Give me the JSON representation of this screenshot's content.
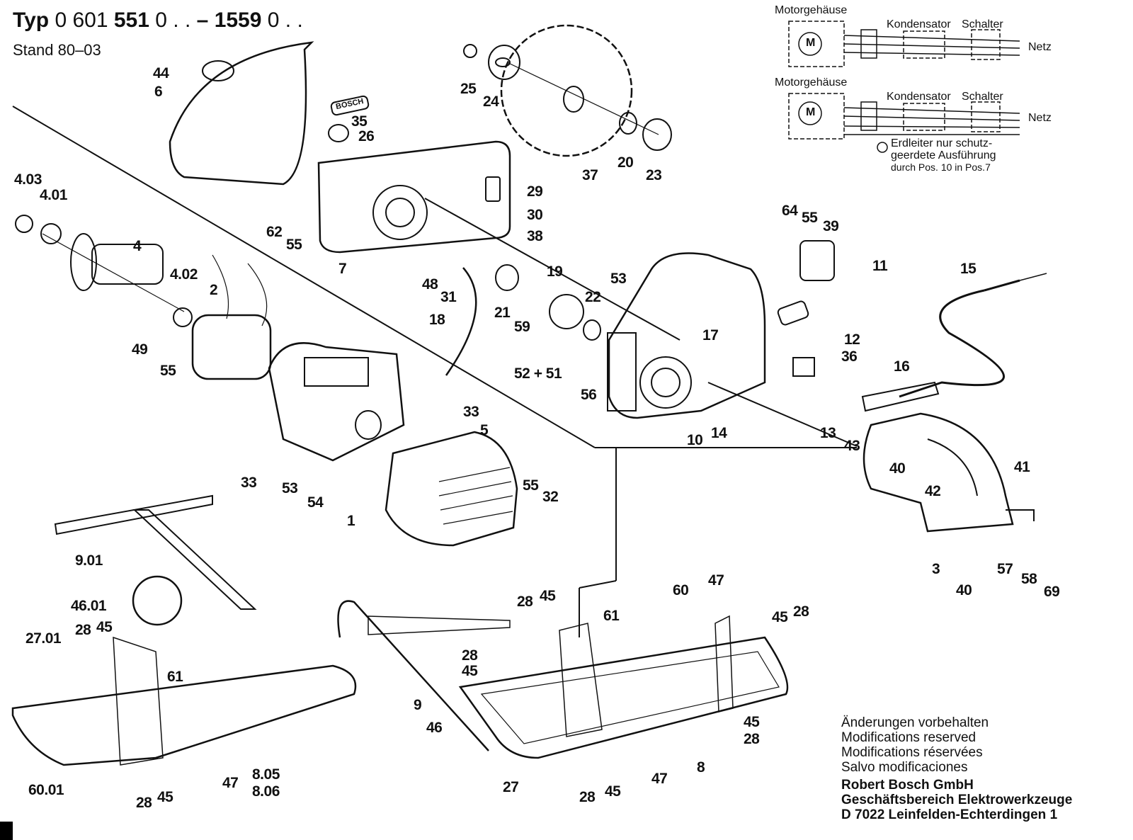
{
  "header": {
    "typ_word": "Typ",
    "typ_a": "0 601",
    "typ_b": "551",
    "typ_c": "0 . .",
    "typ_dash": "–",
    "typ_d": "1559",
    "typ_e": "0 . .",
    "stand": "Stand 80–03"
  },
  "wiring": {
    "motorgehaeuse": "Motorgehäuse",
    "kondensator": "Kondensator",
    "schalter": "Schalter",
    "netz": "Netz",
    "motor_symbol": "M",
    "earth_note_1": "Erdleiter nur schutz-",
    "earth_note_2": "geerdete Ausführung",
    "earth_note_3": "durch Pos. 10 in Pos.7"
  },
  "brand_badge": "BOSCH",
  "parts": [
    "44",
    "6",
    "35",
    "26",
    "4.03",
    "4.01",
    "4",
    "4.02",
    "2",
    "62",
    "55",
    "7",
    "25",
    "24",
    "37",
    "20",
    "23",
    "29",
    "30",
    "38",
    "48",
    "31",
    "18",
    "21",
    "59",
    "19",
    "22",
    "53",
    "64",
    "55",
    "39",
    "11",
    "15",
    "17",
    "12",
    "36",
    "16",
    "49",
    "55",
    "52 + 51",
    "56",
    "10",
    "14",
    "13",
    "43",
    "33",
    "5",
    "33",
    "53",
    "54",
    "1",
    "55",
    "32",
    "40",
    "42",
    "41",
    "3",
    "40",
    "57",
    "58",
    "69",
    "9.01",
    "46.01",
    "27.01",
    "28",
    "45",
    "61",
    "28",
    "45",
    "60",
    "47",
    "61",
    "28",
    "45",
    "45",
    "28",
    "9",
    "46",
    "45",
    "28",
    "47",
    "8",
    "27",
    "28",
    "45",
    "60.01",
    "28",
    "45",
    "47",
    "8.05",
    "8.06"
  ],
  "notes": {
    "de": "Änderungen vorbehalten",
    "en": "Modifications reserved",
    "fr": "Modifications réservées",
    "es": "Salvo modificaciones"
  },
  "company": {
    "name": "Robert Bosch GmbH",
    "division": "Geschäftsbereich Elektrowerkzeuge",
    "address": "D 7022 Leinfelden-Echterdingen 1"
  }
}
